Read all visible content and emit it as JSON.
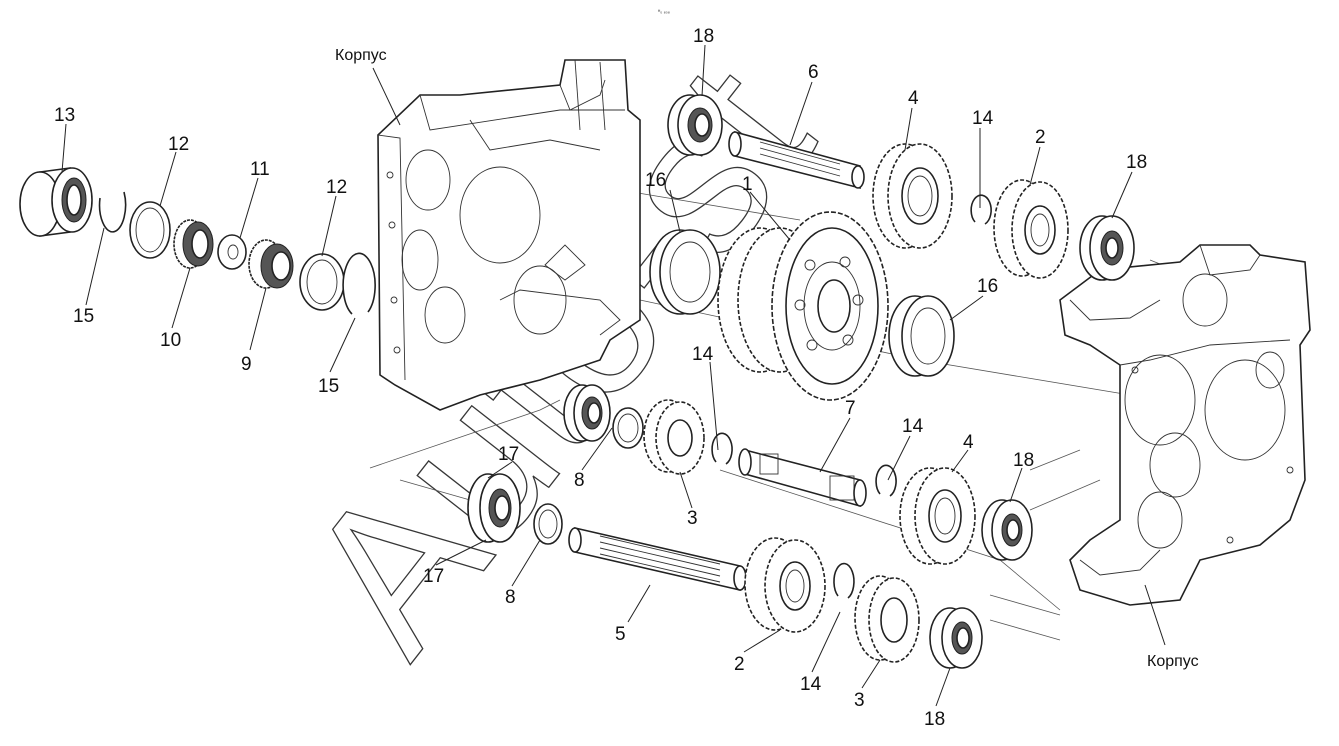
{
  "diagram": {
    "top_mark": "ᴴ₀ ₈₀₈",
    "housing_label_left": "Корпус",
    "housing_label_right": "Корпус",
    "watermark": "Auto-st",
    "callouts": [
      {
        "id": "c13",
        "text": "13"
      },
      {
        "id": "c12a",
        "text": "12"
      },
      {
        "id": "c11",
        "text": "11"
      },
      {
        "id": "c12b",
        "text": "12"
      },
      {
        "id": "c15a",
        "text": "15"
      },
      {
        "id": "c10",
        "text": "10"
      },
      {
        "id": "c9",
        "text": "9"
      },
      {
        "id": "c15b",
        "text": "15"
      },
      {
        "id": "c18a",
        "text": "18"
      },
      {
        "id": "c6",
        "text": "6"
      },
      {
        "id": "c4a",
        "text": "4"
      },
      {
        "id": "c14a",
        "text": "14"
      },
      {
        "id": "c2a",
        "text": "2"
      },
      {
        "id": "c18b",
        "text": "18"
      },
      {
        "id": "c16a",
        "text": "16"
      },
      {
        "id": "c1",
        "text": "1"
      },
      {
        "id": "c16b",
        "text": "16"
      },
      {
        "id": "c14b",
        "text": "14"
      },
      {
        "id": "c7",
        "text": "7"
      },
      {
        "id": "c14c",
        "text": "14"
      },
      {
        "id": "c4b",
        "text": "4"
      },
      {
        "id": "c18c",
        "text": "18"
      },
      {
        "id": "c17a",
        "text": "17"
      },
      {
        "id": "c8a",
        "text": "8"
      },
      {
        "id": "c3a",
        "text": "3"
      },
      {
        "id": "c17b",
        "text": "17"
      },
      {
        "id": "c8b",
        "text": "8"
      },
      {
        "id": "c5",
        "text": "5"
      },
      {
        "id": "c2b",
        "text": "2"
      },
      {
        "id": "c14d",
        "text": "14"
      },
      {
        "id": "c3b",
        "text": "3"
      },
      {
        "id": "c18d",
        "text": "18"
      }
    ]
  }
}
